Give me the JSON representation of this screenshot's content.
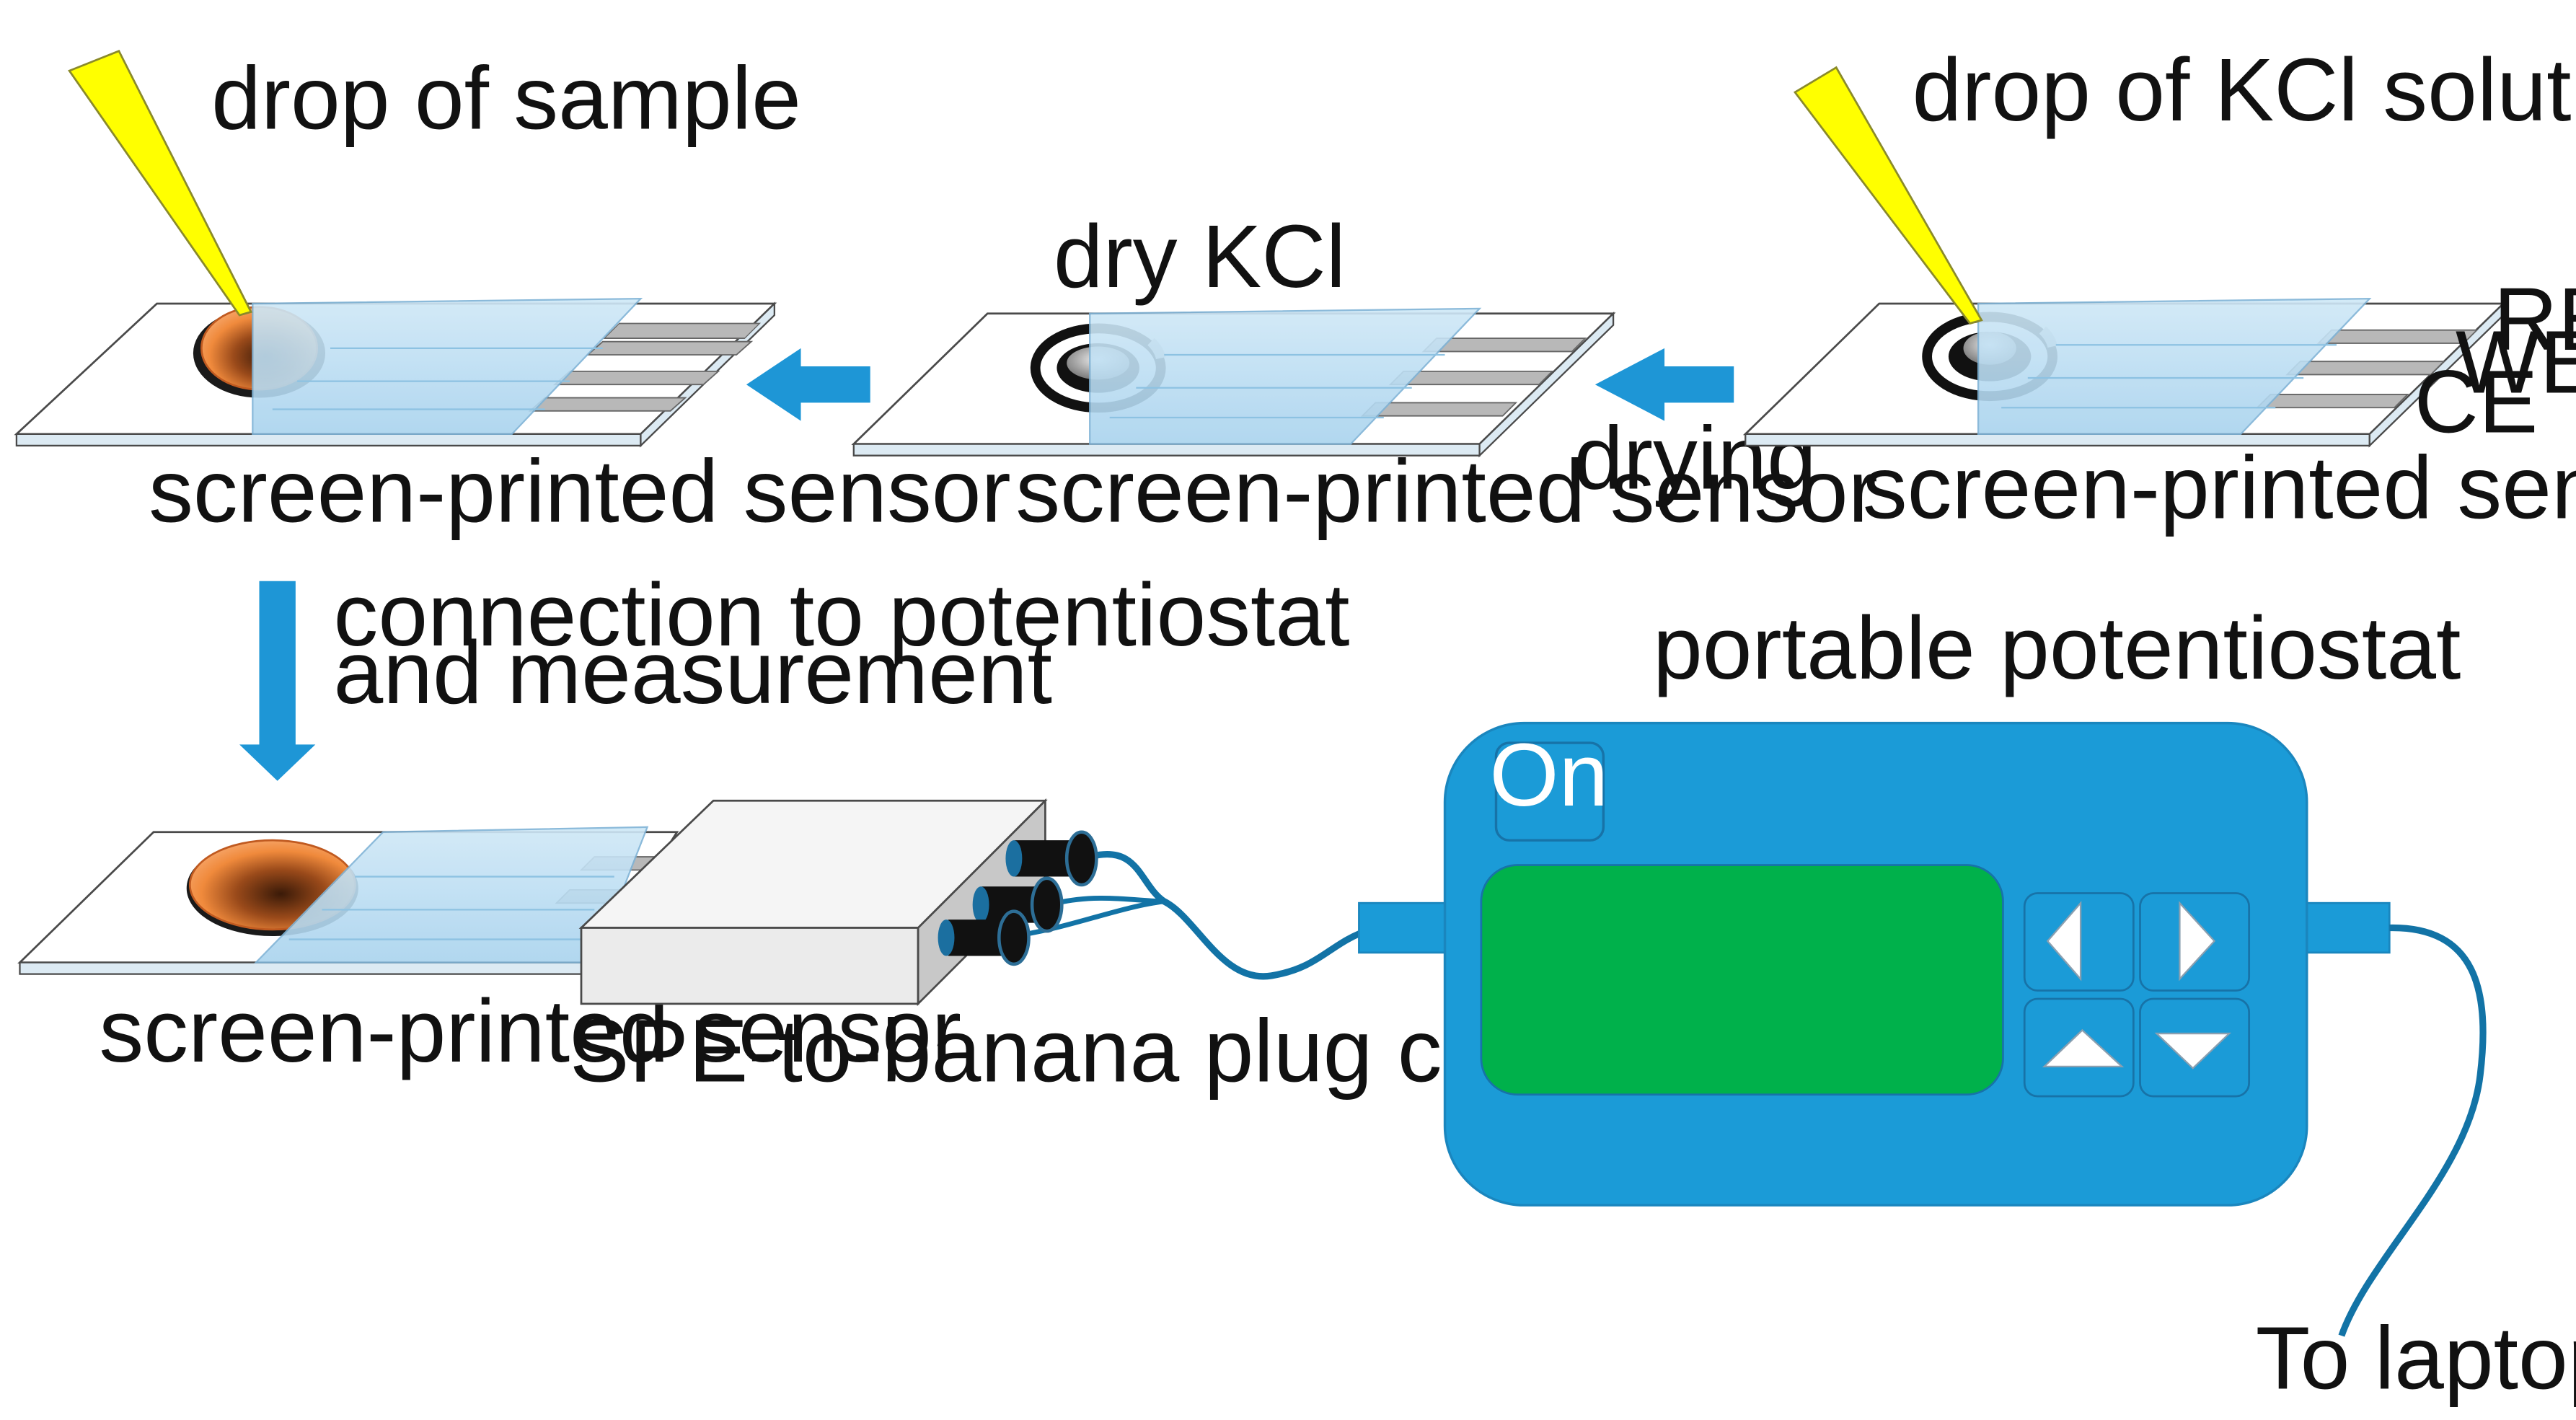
{
  "labels": {
    "drop_of_sample": "drop of sample",
    "dry_kcl": "dry KCl",
    "drop_of_kcl": "drop of KCl solution",
    "sensor_label_1": "screen-printed sensor",
    "sensor_label_2": "screen-printed sensor",
    "sensor_label_3": "screen-printed sensor",
    "sensor_label_4": "screen-printed sensor",
    "drying": "drying",
    "connection_line1": "connection to potentiostat",
    "connection_line2": "and measurement",
    "portable_potentiostat": "portable potentiostat",
    "connector": "SPE-to-banana plug connector",
    "to_laptop": "To laptop",
    "electrode_re": "RE",
    "electrode_we": "WE",
    "electrode_ce": "CE"
  },
  "device": {
    "on_button": "On"
  },
  "colors": {
    "device_blue": "#1B9BD7",
    "device_border": "#1A86BE",
    "screen_green": "#00B14B",
    "arrow_blue": "#1E96D6",
    "cable_blue": "#1273A6",
    "pipette_yellow": "#FFFF00",
    "sample_orange": "#F08A3C",
    "strip_blue": "#BFE0F4"
  },
  "icons": {
    "arrow_left": "triangle-left-icon",
    "arrow_right": "triangle-right-icon",
    "arrow_up": "triangle-up-icon",
    "arrow_down": "triangle-down-icon"
  }
}
